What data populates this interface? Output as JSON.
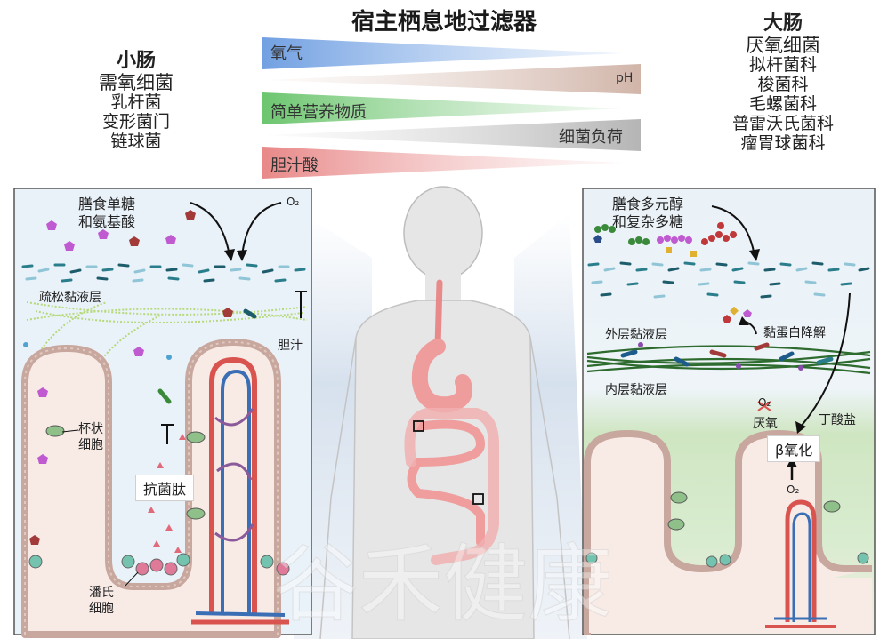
{
  "title": "宿主栖息地过滤器",
  "small_intestine": {
    "heading": "小肠",
    "microbes": [
      "需氧细菌",
      "乳杆菌",
      "变形菌门",
      "链球菌"
    ],
    "labels": {
      "diet": "膳食单糖",
      "diet2": "和氨基酸",
      "o2": "O₂",
      "mucus": "疏松黏液层",
      "bile": "胆汁",
      "goblet1": "杯状",
      "goblet2": "细胞",
      "amp": "抗菌肽",
      "paneth1": "潘氏",
      "paneth2": "细胞"
    }
  },
  "gradients": {
    "oxygen": "氧气",
    "ph": "pH",
    "nutrients": "简单营养物质",
    "bacterial_load": "细菌负荷",
    "bile_acid": "胆汁酸"
  },
  "large_intestine": {
    "heading": "大肠",
    "microbes": [
      "厌氧细菌",
      "拟杆菌科",
      "梭菌科",
      "毛螺菌科",
      "普雷沃氏菌科",
      "瘤胃球菌科"
    ],
    "labels": {
      "diet": "膳食多元醇",
      "diet2": "和复杂多糖",
      "outer": "外层黏液层",
      "degrade": "黏蛋白降解",
      "inner": "内层黏液层",
      "o2": "O₂",
      "anaerobic": "厌氧",
      "butyrate": "丁酸盐",
      "beta": "β氧化",
      "o2b": "O₂"
    }
  },
  "watermark": "谷禾健康",
  "colors": {
    "oxygen": "#5b8fd6",
    "nutrients": "#4caf50",
    "bile": "#e06a6a",
    "ph": "#c9a89a",
    "load": "#b0b0b0",
    "mucus_green": "#2e6b2e",
    "vessel_red": "#d9534f",
    "vessel_blue": "#3b6fb5"
  }
}
